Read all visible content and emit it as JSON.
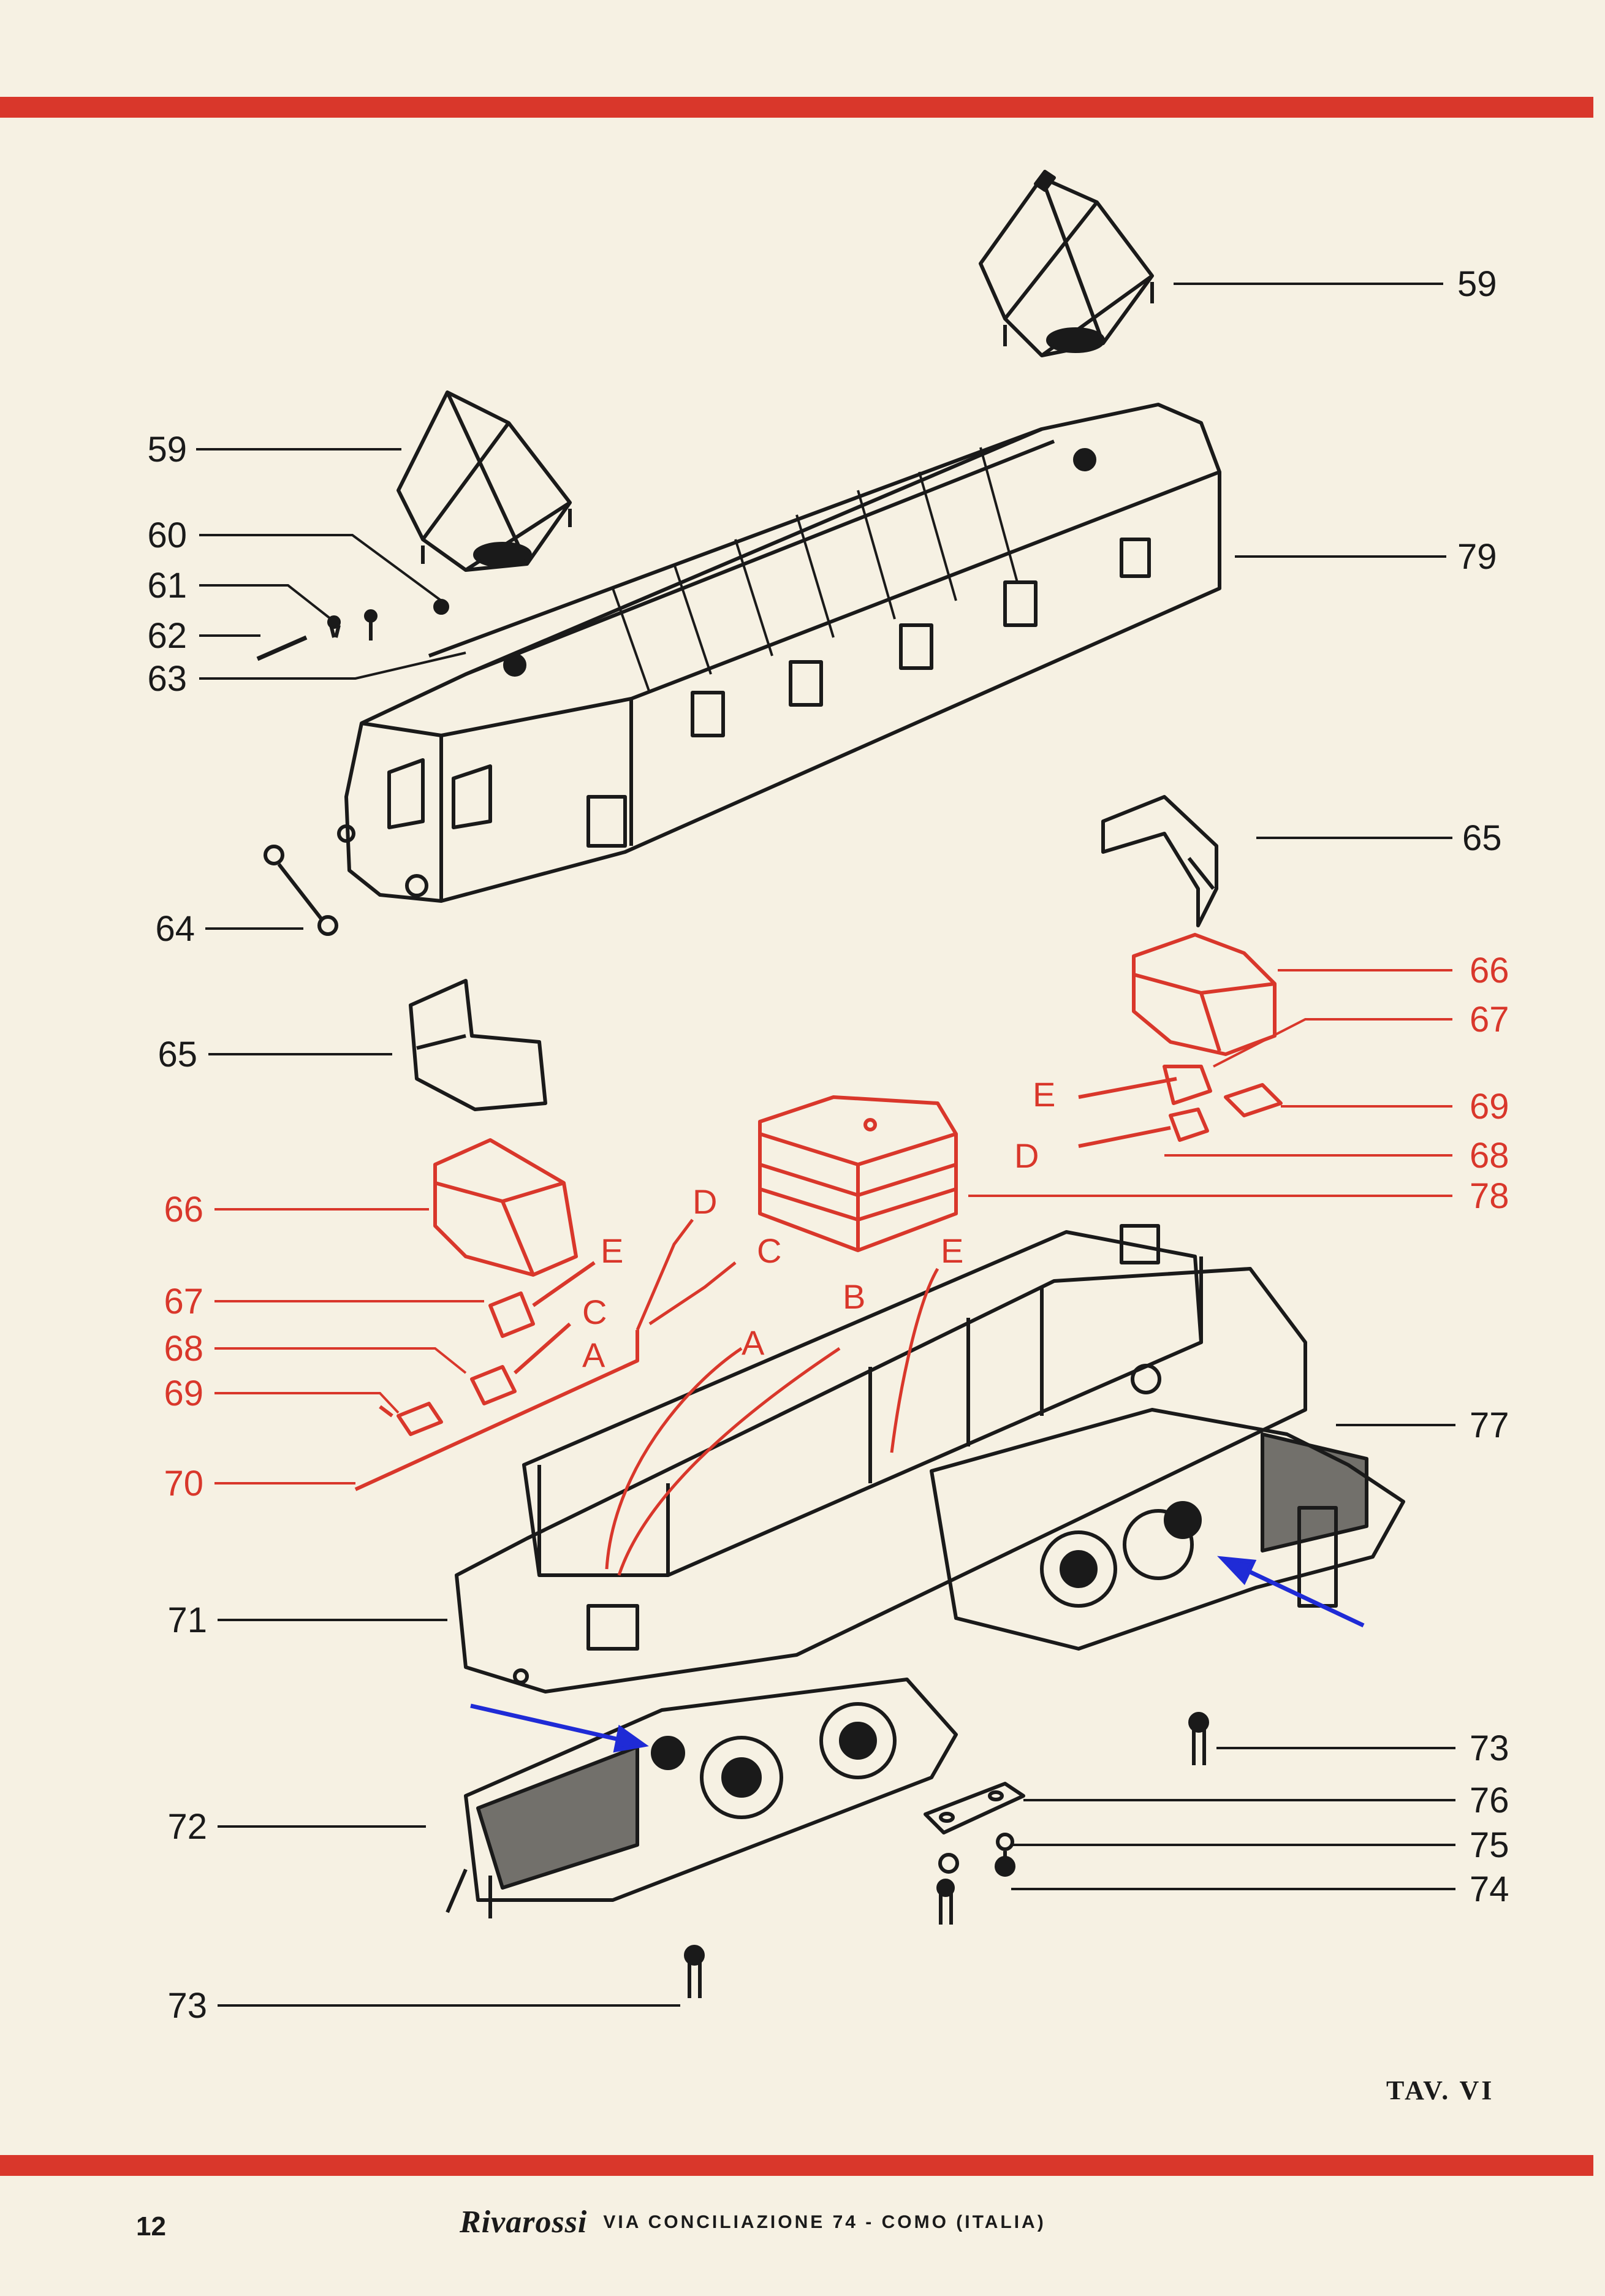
{
  "callouts": {
    "c59a": "59",
    "c59b": "59",
    "c60": "60",
    "c61": "61",
    "c62": "62",
    "c63": "63",
    "c64": "64",
    "c65a": "65",
    "c65b": "65",
    "c66a": "66",
    "c66b": "66",
    "c67a": "67",
    "c67b": "67",
    "c68a": "68",
    "c68b": "68",
    "c69a": "69",
    "c69b": "69",
    "c70": "70",
    "c71": "71",
    "c72": "72",
    "c73a": "73",
    "c73b": "73",
    "c74": "74",
    "c75": "75",
    "c76": "76",
    "c77": "77",
    "c78": "78",
    "c79": "79"
  },
  "wire_labels": {
    "a1": "A",
    "a2": "A",
    "b": "B",
    "c1": "C",
    "c2": "C",
    "d1": "D",
    "d2": "D",
    "e1": "E",
    "e2": "E",
    "e3": "E"
  },
  "plate_label": "TAV. VI",
  "page_number": "12",
  "footer": {
    "brand": "Rivarossi",
    "address": "VIA CONCILIAZIONE 74 - COMO (ITALIA)"
  },
  "colors": {
    "page": "#f6f1e3",
    "accent_red": "#d9372b",
    "ink": "#1a1a1a",
    "arrow_blue": "#1f2bd6"
  }
}
